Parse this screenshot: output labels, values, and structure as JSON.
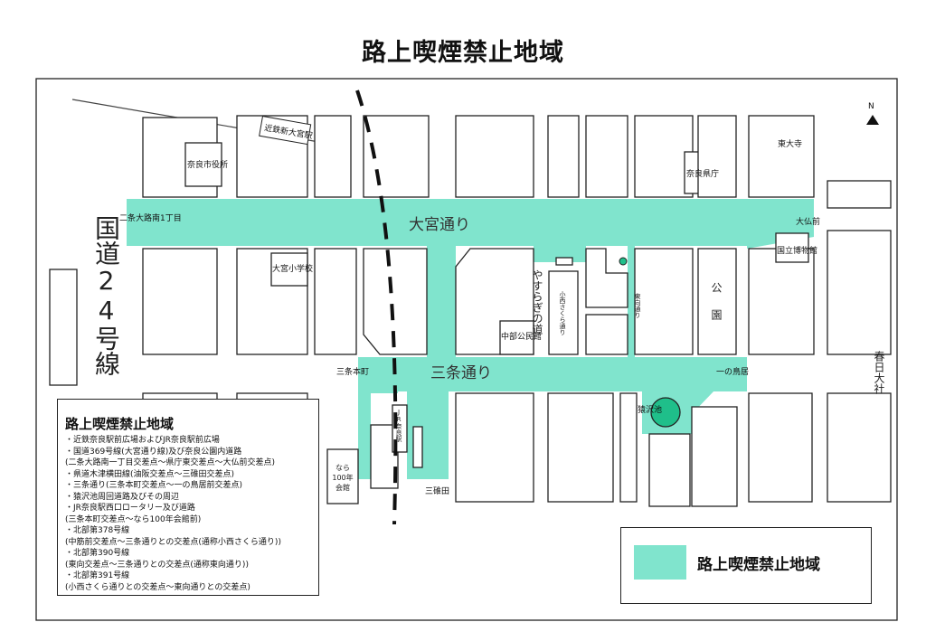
{
  "title": "路上喫煙禁止地域",
  "colors": {
    "zone": "#80e4cd",
    "pond": "#1fbf8a"
  },
  "map": {
    "north": "N",
    "station_kintetsu": "近鉄新大宮駅",
    "nara_city_hall": "奈良市役所",
    "nara_pref": "奈良県庁",
    "todaiji": "東大寺",
    "nijo_oji": "二条大路南1丁目",
    "omiya_dori": "大宮通り",
    "daibutsumae": "大仏前",
    "museum": "国立博物館",
    "route24": "国道24号線",
    "omiya_school": "大宮小学校",
    "yasuragi": "やすらぎの道",
    "chubu_hall": "中部公民館",
    "konishi": "小西さくら通り",
    "higashimuki": "東向通り",
    "park": "公園",
    "kasuga": "春日大社",
    "sanjo_honmachi": "三条本町",
    "sanjo_dori": "三条通り",
    "ichinotorii": "一の鳥居",
    "jr_station": "JR奈良駅",
    "sarusawa": "猿沢池",
    "nara100": "なら100年会館",
    "mitsuda": "三碓田"
  },
  "legend_list": {
    "heading": "路上喫煙禁止地域",
    "items": [
      "・近鉄奈良駅前広場およびJR奈良駅前広場",
      "・国道369号線(大宮通り線)及び奈良公園内道路",
      "(二条大路南一丁目交差点～県庁東交差点～大仏前交差点)",
      "・県道木津横田線(油阪交差点～三碓田交差点)",
      "・三条通り(三条本町交差点～一の鳥居前交差点)",
      "・猿沢池周回道路及びその周辺",
      "・JR奈良駅西口ロータリー及び道路",
      "(三条本町交差点～なら100年会館前)",
      "・北部第378号線",
      "(中筋前交差点～三条通りとの交差点(通称小西さくら通り))",
      "・北部第390号線",
      "(東向交差点～三条通りとの交差点(通称東向通り))",
      "・北部第391号線",
      "(小西さくら通りとの交差点～東向通りとの交差点)"
    ]
  },
  "legend_key": {
    "label": "路上喫煙禁止地域"
  }
}
